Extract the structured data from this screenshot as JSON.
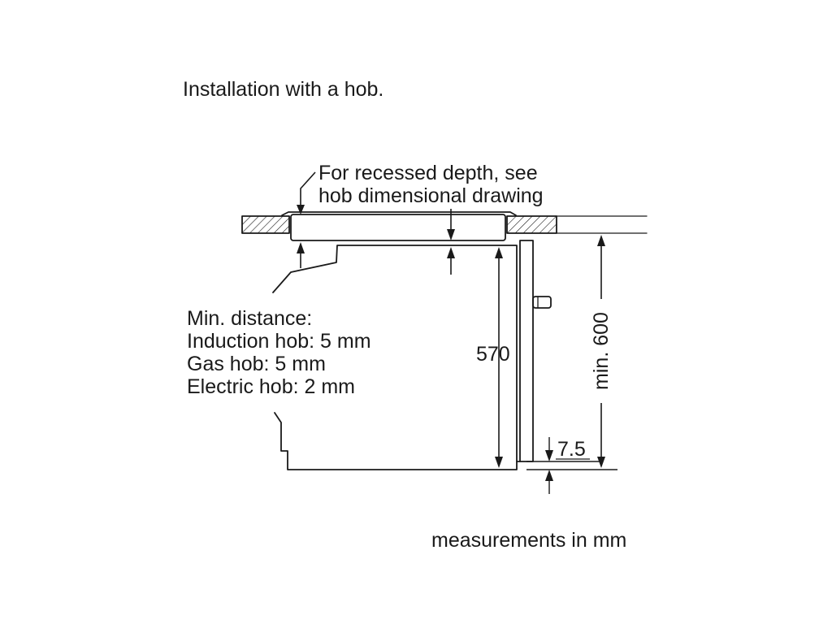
{
  "title": "Installation with a hob.",
  "recess_note": {
    "line1": "For recessed depth, see",
    "line2": "hob dimensional drawing"
  },
  "min_distance": {
    "heading": "Min. distance:",
    "lines": [
      "Induction hob: 5 mm",
      "Gas hob: 5 mm",
      "Electric hob: 2 mm"
    ]
  },
  "dimensions": {
    "oven_height": "570",
    "niche_height": "min. 600",
    "bottom_gap": "7.5"
  },
  "units_note": "measurements in mm",
  "colors": {
    "line": "#1a1a1a",
    "background": "#ffffff"
  }
}
